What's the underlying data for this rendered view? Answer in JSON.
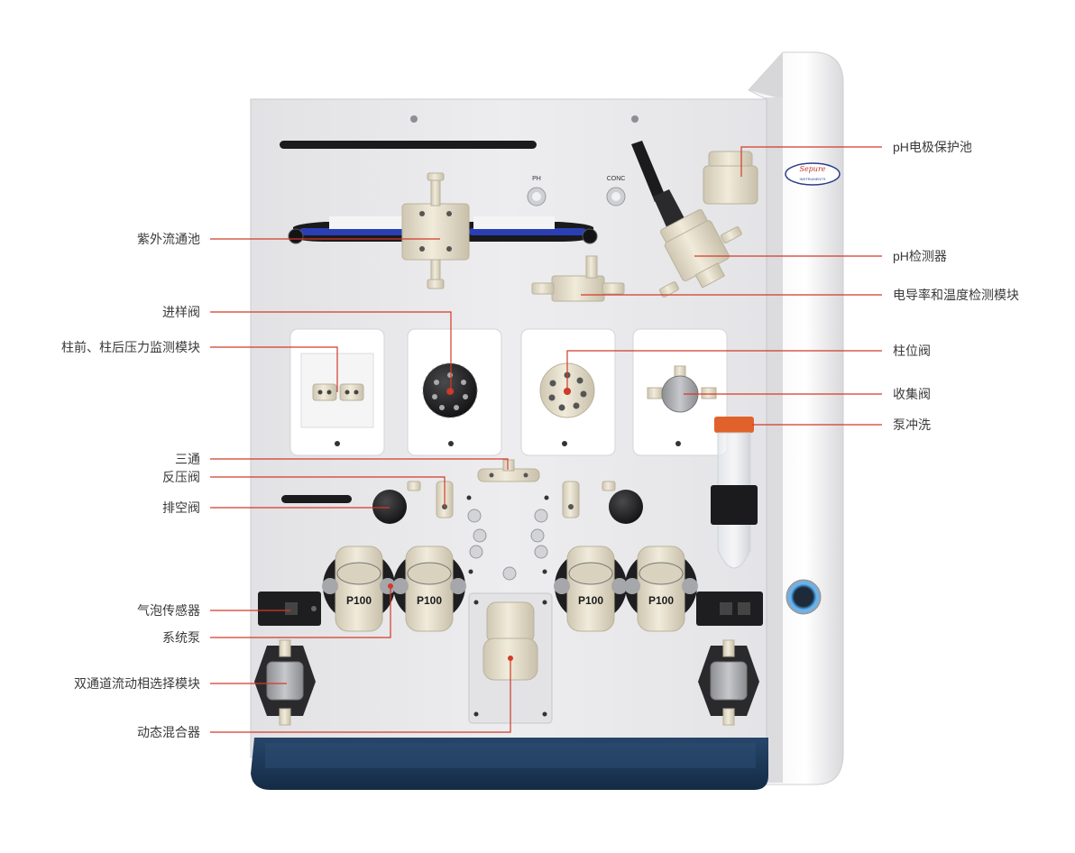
{
  "colors": {
    "accent_line": "#d23a2a",
    "panel": "#e9e9eb",
    "panel_edge": "#c9c9cc",
    "ivory": "#ece5d2",
    "navy": "#1f3c5c",
    "blue_tube": "#2b3fb4",
    "orange_cap": "#e0622a"
  },
  "device": {
    "logo_text": "Sepure",
    "logo_sub": "INSTRUMENTS",
    "pump_label": "P100",
    "ph_port_label": "PH",
    "conc_port_label": "CONC"
  },
  "labels_left": [
    {
      "id": "uv-flow-cell",
      "text": "紫外流通池"
    },
    {
      "id": "injection-valve",
      "text": "进样阀"
    },
    {
      "id": "pressure-module",
      "text": "柱前、柱后压力监测模块"
    },
    {
      "id": "tee",
      "text": "三通"
    },
    {
      "id": "back-pressure-valve",
      "text": "反压阀"
    },
    {
      "id": "purge-valve",
      "text": "排空阀"
    },
    {
      "id": "bubble-sensor",
      "text": "气泡传感器"
    },
    {
      "id": "system-pump",
      "text": "系统泵"
    },
    {
      "id": "dual-channel-module",
      "text": "双通道流动相选择模块"
    },
    {
      "id": "dynamic-mixer",
      "text": "动态混合器"
    }
  ],
  "labels_right": [
    {
      "id": "ph-protect-cell",
      "text": "pH电极保护池"
    },
    {
      "id": "ph-detector",
      "text": "pH检测器"
    },
    {
      "id": "cond-temp-module",
      "text": "电导率和温度检测模块"
    },
    {
      "id": "column-valve",
      "text": "柱位阀"
    },
    {
      "id": "collection-valve",
      "text": "收集阀"
    },
    {
      "id": "pump-wash",
      "text": "泵冲洗"
    }
  ]
}
